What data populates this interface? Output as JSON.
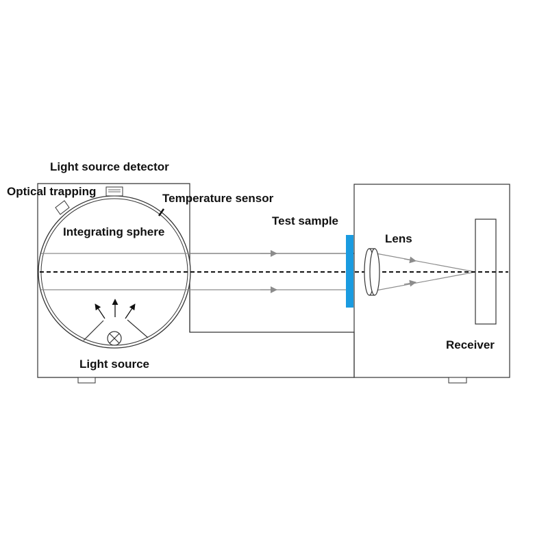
{
  "labels": {
    "light_source_detector": "Light source detector",
    "optical_trapping": "Optical trapping",
    "temperature_sensor": "Temperature sensor",
    "integrating_sphere": "Integrating sphere",
    "test_sample": "Test sample",
    "lens": "Lens",
    "light_source": "Light source",
    "receiver": "Receiver"
  },
  "colors": {
    "outline": "#333333",
    "beam": "#8c8c8c",
    "axis": "#111111",
    "sample": "#1a9be0"
  }
}
